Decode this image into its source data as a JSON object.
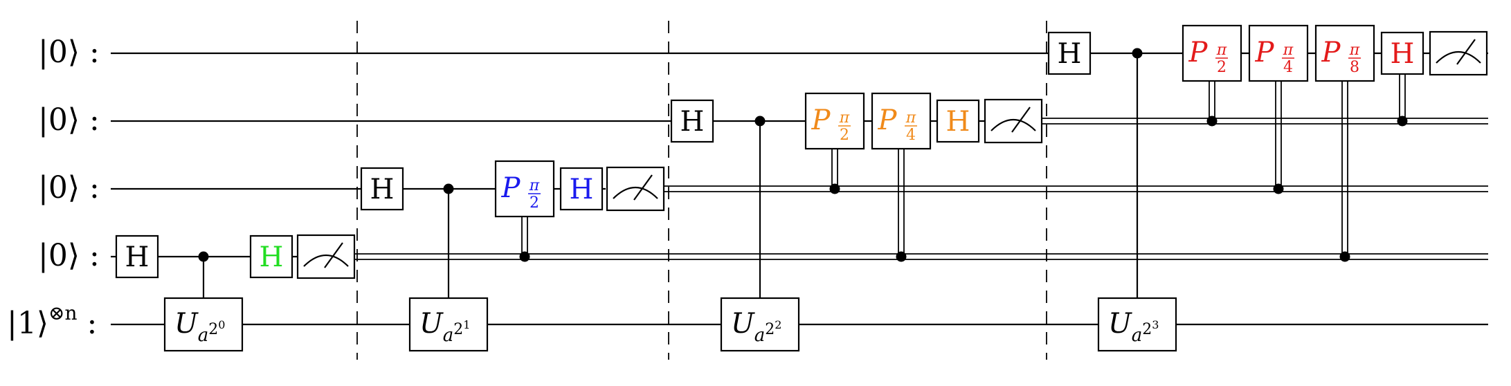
{
  "qubits": [
    {
      "label": "|0⟩ :",
      "label_base": "|0⟩",
      "label_sup": "",
      "label_tail": " :"
    },
    {
      "label": "|0⟩ :",
      "label_base": "|0⟩",
      "label_sup": "",
      "label_tail": " :"
    },
    {
      "label": "|0⟩ :",
      "label_base": "|0⟩",
      "label_sup": "",
      "label_tail": " :"
    },
    {
      "label": "|0⟩ :",
      "label_base": "|0⟩",
      "label_sup": "",
      "label_tail": " :"
    },
    {
      "label": "|1⟩⊗n :",
      "label_base": "|1⟩",
      "label_sup": "⊗n",
      "label_tail": " :"
    }
  ],
  "colors": {
    "stage0": "#22dd22",
    "stage1": "#1a1aee",
    "stage2": "#f08a1a",
    "stage3": "#e31a1a",
    "default": "#000000"
  },
  "stages": [
    {
      "hadamard": "H",
      "unitary": {
        "base": "U",
        "sub": "a",
        "sup": "2",
        "supsup": "0"
      },
      "phase_gates": [],
      "final_h": "H",
      "final_h_color": "stage0"
    },
    {
      "hadamard": "H",
      "unitary": {
        "base": "U",
        "sub": "a",
        "sup": "2",
        "supsup": "1"
      },
      "phase_gates": [
        {
          "base": "P",
          "num": "π",
          "den": "2",
          "color": "stage1"
        }
      ],
      "final_h": "H",
      "final_h_color": "stage1"
    },
    {
      "hadamard": "H",
      "unitary": {
        "base": "U",
        "sub": "a",
        "sup": "2",
        "supsup": "2"
      },
      "phase_gates": [
        {
          "base": "P",
          "num": "π",
          "den": "2",
          "color": "stage2"
        },
        {
          "base": "P",
          "num": "π",
          "den": "4",
          "color": "stage2"
        }
      ],
      "final_h": "H",
      "final_h_color": "stage2"
    },
    {
      "hadamard": "H",
      "unitary": {
        "base": "U",
        "sub": "a",
        "sup": "2",
        "supsup": "3"
      },
      "phase_gates": [
        {
          "base": "P",
          "num": "π",
          "den": "2",
          "color": "stage3"
        },
        {
          "base": "P",
          "num": "π",
          "den": "4",
          "color": "stage3"
        },
        {
          "base": "P",
          "num": "π",
          "den": "8",
          "color": "stage3"
        }
      ],
      "final_h": "H",
      "final_h_color": "stage3"
    }
  ],
  "icons": {
    "measure": "meter-icon",
    "control": "control-dot-icon"
  }
}
